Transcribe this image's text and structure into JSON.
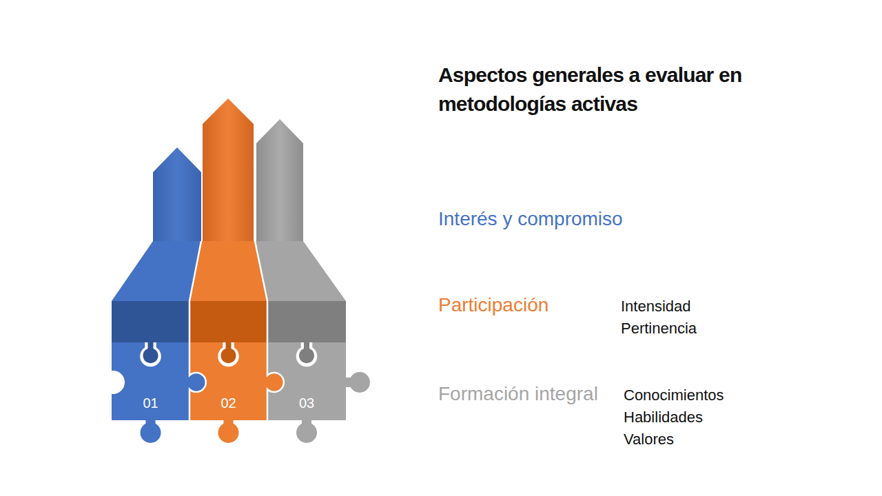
{
  "diagram": {
    "title": "Aspectos generales a evaluar en metodologías activas",
    "nodes": [
      {
        "text": [
          "01"
        ]
      },
      {
        "text": [
          "02"
        ]
      },
      {
        "text": [
          "03"
        ]
      }
    ],
    "labels": [
      "Interés y compromiso",
      "Participación",
      "Intensidad",
      "Pertinencia",
      "Formación integral",
      "Conocimientos",
      "Habilidades",
      "Valores"
    ]
  }
}
